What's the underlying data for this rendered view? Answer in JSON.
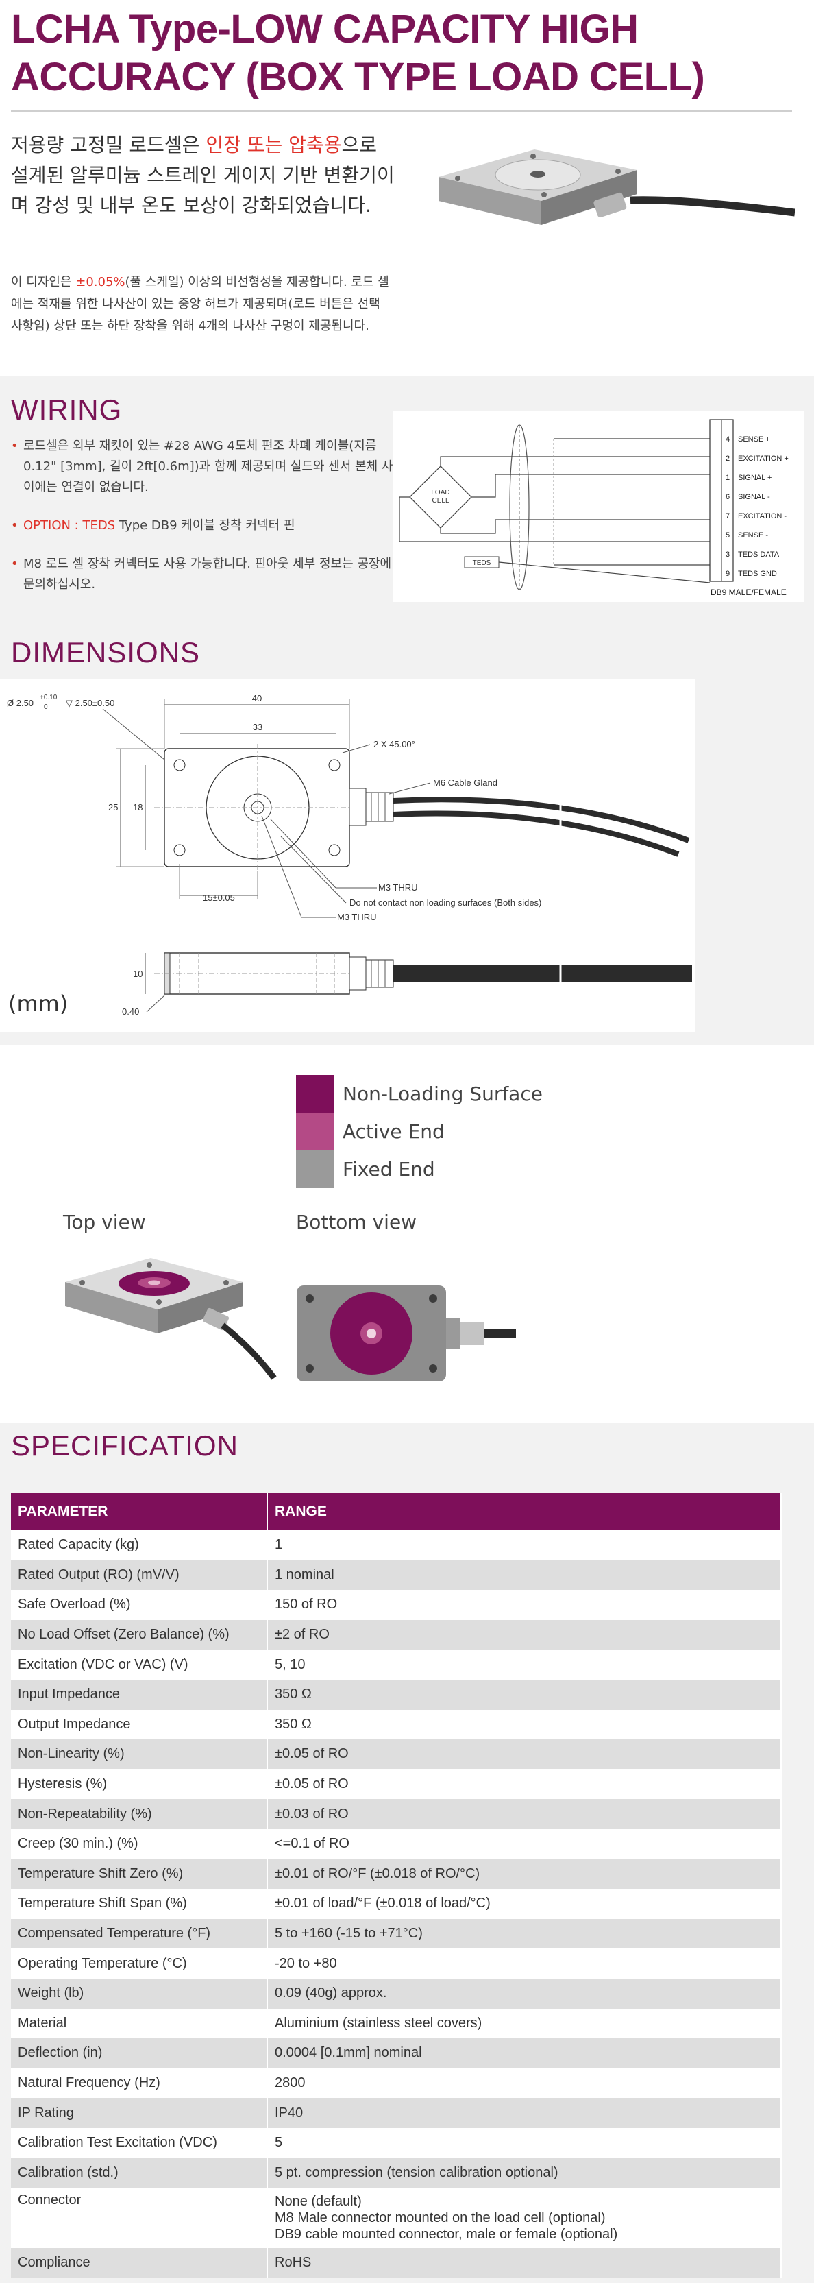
{
  "title": "LCHA Type-LOW CAPACITY HIGH ACCURACY (BOX TYPE LOAD CELL)",
  "intro": {
    "lead_1": "저용량 고정밀 로드셀은 ",
    "lead_hl": "인장 또는 압축용",
    "lead_2": "으로 설계된 알루미늄 스트레인 게이지 기반 변환기이며 강성 및 내부 온도 보상이 강화되었습니다.",
    "body_1": "이 디자인은 ",
    "body_hl": "±0.05%",
    "body_2": "(풀 스케일) 이상의 비선형성을 제공합니다. 로드 셀에는 적재를 위한 나사산이 있는 중앙 허브가 제공되며(로드 버튼은 선택 사항임) 상단 또는 하단 장착을 위해 4개의 나사산 구멍이 제공됩니다."
  },
  "wiring": {
    "title": "WIRING",
    "item1": "로드셀은 외부 재킷이 있는 #28 AWG 4도체 편조 차폐 케이블(지름 0.12\" [3mm], 길이 2ft[0.6m])과 함께 제공되며 실드와 센서 본체 사이에는 연결이 없습니다.",
    "item2_hl": "OPTION : TEDS",
    "item2": " Type DB9 케이블 장착 커넥터 핀",
    "item3": "M8 로드 셀 장착 커넥터도 사용 가능합니다. 핀아웃 세부 정보는 공장에 문의하십시오.",
    "diagram": {
      "load_cell": [
        "LOAD",
        "CELL"
      ],
      "teds": "TEDS",
      "connector": "DB9 MALE/FEMALE",
      "pins": [
        {
          "num": "4",
          "label": "SENSE +"
        },
        {
          "num": "2",
          "label": "EXCITATION +"
        },
        {
          "num": "1",
          "label": "SIGNAL +"
        },
        {
          "num": "6",
          "label": "SIGNAL -"
        },
        {
          "num": "7",
          "label": "EXCITATION -"
        },
        {
          "num": "5",
          "label": "SENSE -"
        },
        {
          "num": "3",
          "label": "TEDS DATA"
        },
        {
          "num": "9",
          "label": "TEDS GND"
        }
      ]
    }
  },
  "dimensions": {
    "title": "DIMENSIONS",
    "unit": "(mm)",
    "hole_spec": "Ø 2.50",
    "hole_tol_up": "+0.10",
    "hole_tol_down": "0",
    "hole_depth": "▽ 2.50±0.50",
    "w40": "40",
    "w33": "33",
    "chamfer": "2 X 45.00°",
    "h25": "25",
    "h18": "18",
    "gland": "M6 Cable Gland",
    "m3thru_1": "M3 THRU",
    "note": "Do not contact non loading surfaces (Both sides)",
    "m3thru_2": "M3 THRU",
    "w15": "15±0.05",
    "h10": "10",
    "h040": "0.40"
  },
  "legend": {
    "items": [
      {
        "label": "Non-Loading Surface",
        "color": "#7e0f5a"
      },
      {
        "label": "Active End",
        "color": "#b44a86"
      },
      {
        "label": "Fixed End",
        "color": "#9a9a9a"
      }
    ]
  },
  "views": {
    "top": "Top view",
    "bottom": "Bottom  view"
  },
  "specification": {
    "title": "SPECIFICATION",
    "headers": [
      "PARAMETER",
      "RANGE"
    ],
    "rows": [
      [
        "Rated Capacity (kg)",
        "1"
      ],
      [
        "Rated Output (RO) (mV/V)",
        "1 nominal"
      ],
      [
        "Safe Overload (%)",
        "150 of RO"
      ],
      [
        "No Load Offset (Zero Balance) (%)",
        "±2 of RO"
      ],
      [
        "Excitation (VDC or VAC) (V)",
        "5, 10"
      ],
      [
        "Input Impedance",
        "350 Ω"
      ],
      [
        "Output Impedance",
        "350 Ω"
      ],
      [
        "Non-Linearity (%)",
        "±0.05 of RO"
      ],
      [
        "Hysteresis (%)",
        "±0.05 of RO"
      ],
      [
        "Non-Repeatability (%)",
        "±0.03 of RO"
      ],
      [
        "Creep (30 min.) (%)",
        "<=0.1 of RO"
      ],
      [
        "Temperature Shift Zero (%)",
        "±0.01 of RO/°F (±0.018 of RO/°C)"
      ],
      [
        "Temperature Shift Span (%)",
        "±0.01 of load/°F (±0.018 of load/°C)"
      ],
      [
        "Compensated Temperature (°F)",
        "5 to +160 (-15 to +71°C)"
      ],
      [
        "Operating Temperature (°C)",
        "-20 to +80"
      ],
      [
        "Weight (lb)",
        "0.09 (40g) approx."
      ],
      [
        "Material",
        "Aluminium (stainless steel covers)"
      ],
      [
        "Deflection (in)",
        "0.0004 [0.1mm] nominal"
      ],
      [
        "Natural Frequency (Hz)",
        "2800"
      ],
      [
        "IP Rating",
        "IP40"
      ],
      [
        "Calibration Test Excitation (VDC)",
        "5"
      ],
      [
        "Calibration (std.)",
        "5 pt. compression (tension calibration optional)"
      ]
    ],
    "connector_label": "Connector",
    "connector_lines": [
      "None (default)",
      "M8 Male connector mounted on the load cell (optional)",
      "DB9 cable mounted connector, male or female (optional)"
    ],
    "compliance_label": "Compliance",
    "compliance_value": "RoHS"
  }
}
